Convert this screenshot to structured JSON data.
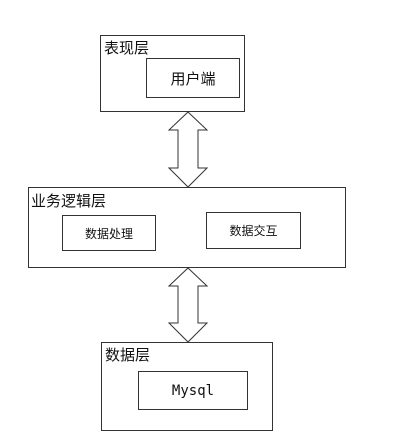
{
  "layers": {
    "presentation": {
      "title": "表现层",
      "components": [
        "用户端"
      ]
    },
    "business": {
      "title": "业务逻辑层",
      "components": [
        "数据处理",
        "数据交互"
      ]
    },
    "data": {
      "title": "数据层",
      "components": [
        "Mysql"
      ]
    }
  },
  "colors": {
    "stroke": "#333333",
    "background": "#ffffff"
  }
}
